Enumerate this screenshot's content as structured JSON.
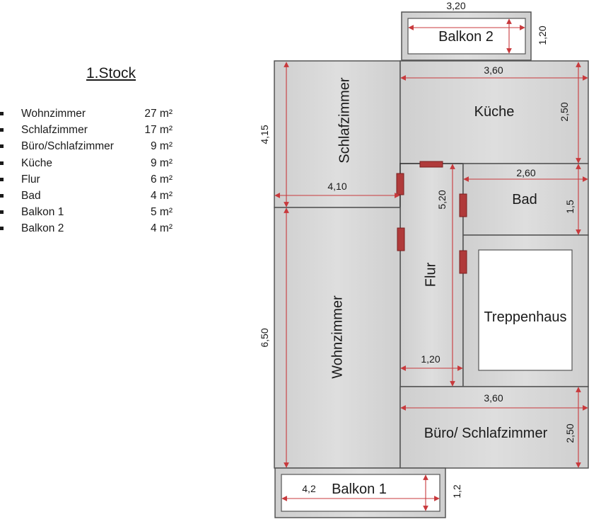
{
  "title": "1.Stock",
  "rooms": [
    {
      "name": "Wohnzimmer",
      "area": "27 m²"
    },
    {
      "name": "Schlafzimmer",
      "area": "17 m²"
    },
    {
      "name": "Büro/Schlafzimmer",
      "area": "9 m²"
    },
    {
      "name": "Küche",
      "area": "9 m²"
    },
    {
      "name": "Flur",
      "area": "6 m²"
    },
    {
      "name": "Bad",
      "area": "4 m²"
    },
    {
      "name": "Balkon 1",
      "area": "5 m²"
    },
    {
      "name": "Balkon 2",
      "area": "4 m²"
    }
  ],
  "plan": {
    "labels": {
      "balkon2": "Balkon 2",
      "kueche": "Küche",
      "schlafzimmer": "Schlafzimmer",
      "bad": "Bad",
      "flur": "Flur",
      "treppenhaus": "Treppenhaus",
      "wohnzimmer": "Wohnzimmer",
      "buero": "Büro/ Schlafzimmer",
      "balkon1": "Balkon 1"
    },
    "dimensions": {
      "balkon2_w": "3,20",
      "balkon2_h": "1,20",
      "kueche_w": "3,60",
      "kueche_h": "2,50",
      "schlaf_h": "4,15",
      "schlaf_w": "4,10",
      "bad_w": "2,60",
      "bad_h": "1,5",
      "flur_h": "5,20",
      "flur_w": "1,20",
      "wohn_h": "6,50",
      "buero_w": "3,60",
      "buero_h": "2,50",
      "balkon1_w": "4,2",
      "balkon1_h": "1,2"
    }
  },
  "colors": {
    "room_fill": "#d6d6d6",
    "wall": "#555555",
    "dimension_line": "#c8393c",
    "door": "#b03a3a"
  }
}
